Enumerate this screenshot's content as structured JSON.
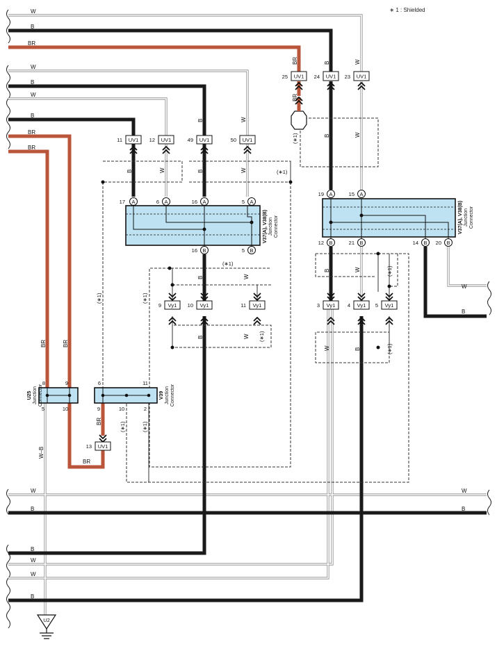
{
  "note": "∗ 1 : Shielded",
  "colors": {
    "black": "#1a1a1a",
    "brown": "#b8553a",
    "white_wire": "#9a9a9a",
    "connector_fill": "#bfe2f2",
    "line": "#222222"
  },
  "labels": {
    "W": "W",
    "B": "B",
    "BR": "BR",
    "WB": "W–B",
    "shield": "(∗1)",
    "uv1": "UV1",
    "vy1": "Vy1",
    "u2": "U2",
    "A": "A",
    "Bpin": "B",
    "v37_name": "V37(A), V38(B)",
    "jc1": "Junction",
    "jc2": "Connector",
    "u25_name": "U25",
    "v39_name": "V39"
  },
  "pins": {
    "uv1_top": [
      "25",
      "24",
      "23"
    ],
    "uv1_mid": [
      "11",
      "12",
      "49",
      "50"
    ],
    "u25": [
      "8",
      "9",
      "5",
      "10"
    ],
    "v39": [
      "6",
      "11",
      "9",
      "10",
      "2"
    ],
    "v37_left_top": [
      "17",
      "6",
      "16",
      "5"
    ],
    "v37_left_bot": [
      "16",
      "5"
    ],
    "v37_right_top": [
      "19",
      "15"
    ],
    "v37_right_bot": [
      "12",
      "21",
      "14",
      "20"
    ],
    "vy1_left": [
      "9",
      "10",
      "11"
    ],
    "vy1_right": [
      "3",
      "4",
      "5"
    ],
    "uv1_low": [
      "13"
    ]
  }
}
